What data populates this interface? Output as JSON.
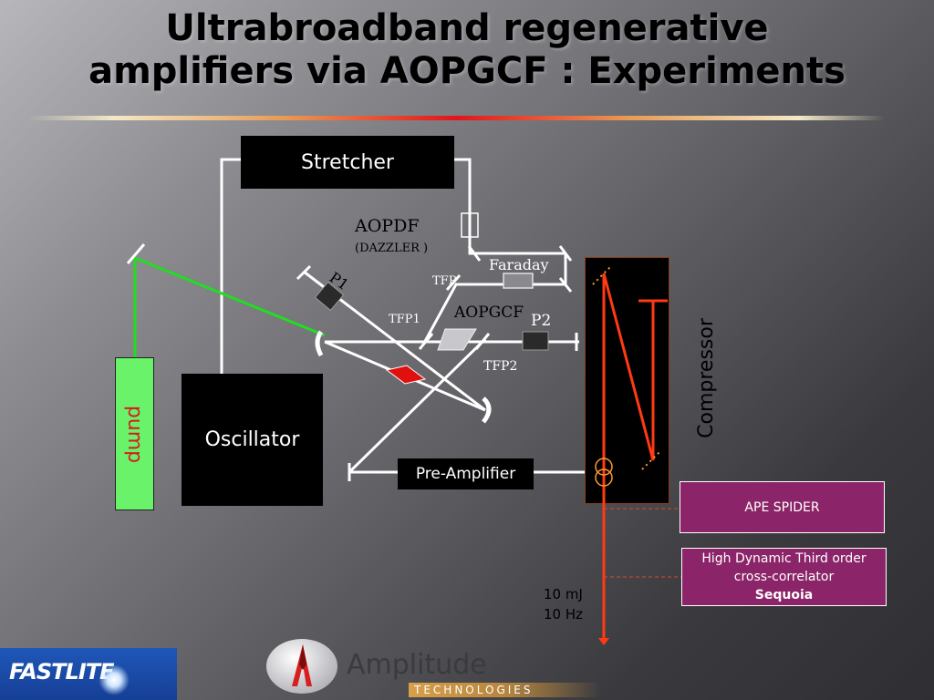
{
  "title": {
    "line1": "Ultrabroadband regenerative",
    "line2": "amplifiers via AOPGCF : Experiments"
  },
  "components": {
    "stretcher": "Stretcher",
    "oscillator": "Oscillator",
    "pump": "pump",
    "pre_amplifier": "Pre-Amplifier",
    "compressor": "Compressor",
    "ape_spider": "APE SPIDER",
    "sequoia_line1": "High Dynamic Third order",
    "sequoia_line2": "cross-correlator",
    "sequoia_line3": "Sequoia"
  },
  "labels": {
    "aopdf": "AOPDF",
    "dazzler": "(DAZZLER )",
    "faraday": "Faraday",
    "tfp": "TFP",
    "p1": "P1",
    "tfp1": "TFP1",
    "aopgcf": "AOPGCF",
    "p2": "P2",
    "tfp2": "TFP2"
  },
  "output": {
    "energy": "10 mJ",
    "rate": "10 Hz"
  },
  "logos": {
    "fastlite": "FASTLITE",
    "amplitude": "Amplitude",
    "technologies": "TECHNOLOGIES"
  },
  "colors": {
    "pump_beam": "#22dd22",
    "output_beam": "#ff3a14",
    "beam": "#ffffff",
    "analyzer_box": "#8b2468"
  }
}
